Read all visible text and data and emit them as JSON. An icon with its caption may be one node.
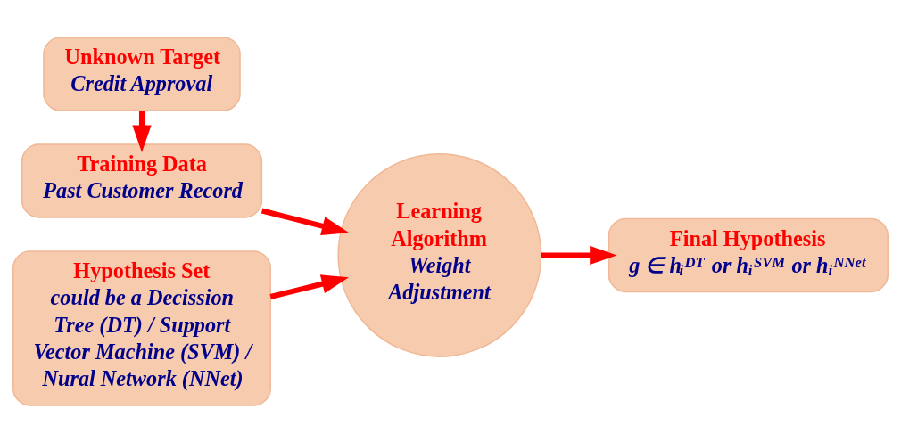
{
  "diagram": {
    "nodes": [
      {
        "text": [
          "Unknown Target",
          "Credit Approval"
        ]
      },
      {
        "text": [
          "Training Data",
          "Past Customer Record"
        ]
      },
      {
        "text": [
          "Hypothesis Set",
          "could be a Decission Tree (DT) / Support Vector Machine (SVM) / Nural Network (NNet)"
        ]
      },
      {
        "text": [
          "Learning Algorithm",
          "Weight Adjustment"
        ]
      },
      {
        "text": [
          "Final Hypothesis",
          "g ∈ h$_{i}$$^{DT}$ or h$_{i}$$^{SVM}$ or h$_{i}$$^{NNet}$"
        ]
      }
    ],
    "edges": [
      {
        "from": 0,
        "to": 1,
        "arrow": "to"
      },
      {
        "from": 1,
        "to": 3,
        "arrow": "to"
      },
      {
        "from": 2,
        "to": 3,
        "arrow": "to"
      },
      {
        "from": 3,
        "to": 4,
        "arrow": "to"
      }
    ]
  }
}
